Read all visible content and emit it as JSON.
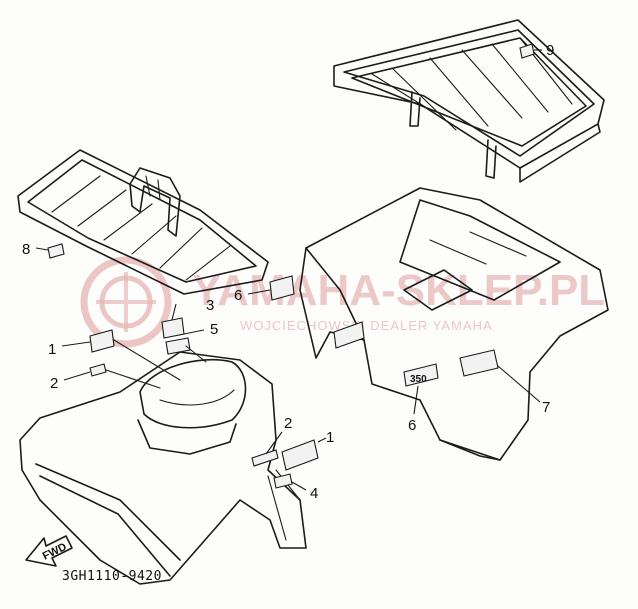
{
  "diagram": {
    "drawing_code": "3GH1110-9420",
    "direction_label": "FWD",
    "watermark": {
      "brand": "YAMAHA-SKLEP.PL",
      "subline": "WOJCIECHOWSKI DEALER YAMAHA"
    },
    "callouts": [
      {
        "id": "c9",
        "number": "9"
      },
      {
        "id": "c8",
        "number": "8"
      },
      {
        "id": "c3",
        "number": "3"
      },
      {
        "id": "c5",
        "number": "5"
      },
      {
        "id": "c6a",
        "number": "6"
      },
      {
        "id": "c1a",
        "number": "1"
      },
      {
        "id": "c2a",
        "number": "2"
      },
      {
        "id": "c2b",
        "number": "2"
      },
      {
        "id": "c1b",
        "number": "1"
      },
      {
        "id": "c4",
        "number": "4"
      },
      {
        "id": "c6b",
        "number": "6"
      },
      {
        "id": "c7",
        "number": "7"
      }
    ],
    "decal_text": "350"
  }
}
